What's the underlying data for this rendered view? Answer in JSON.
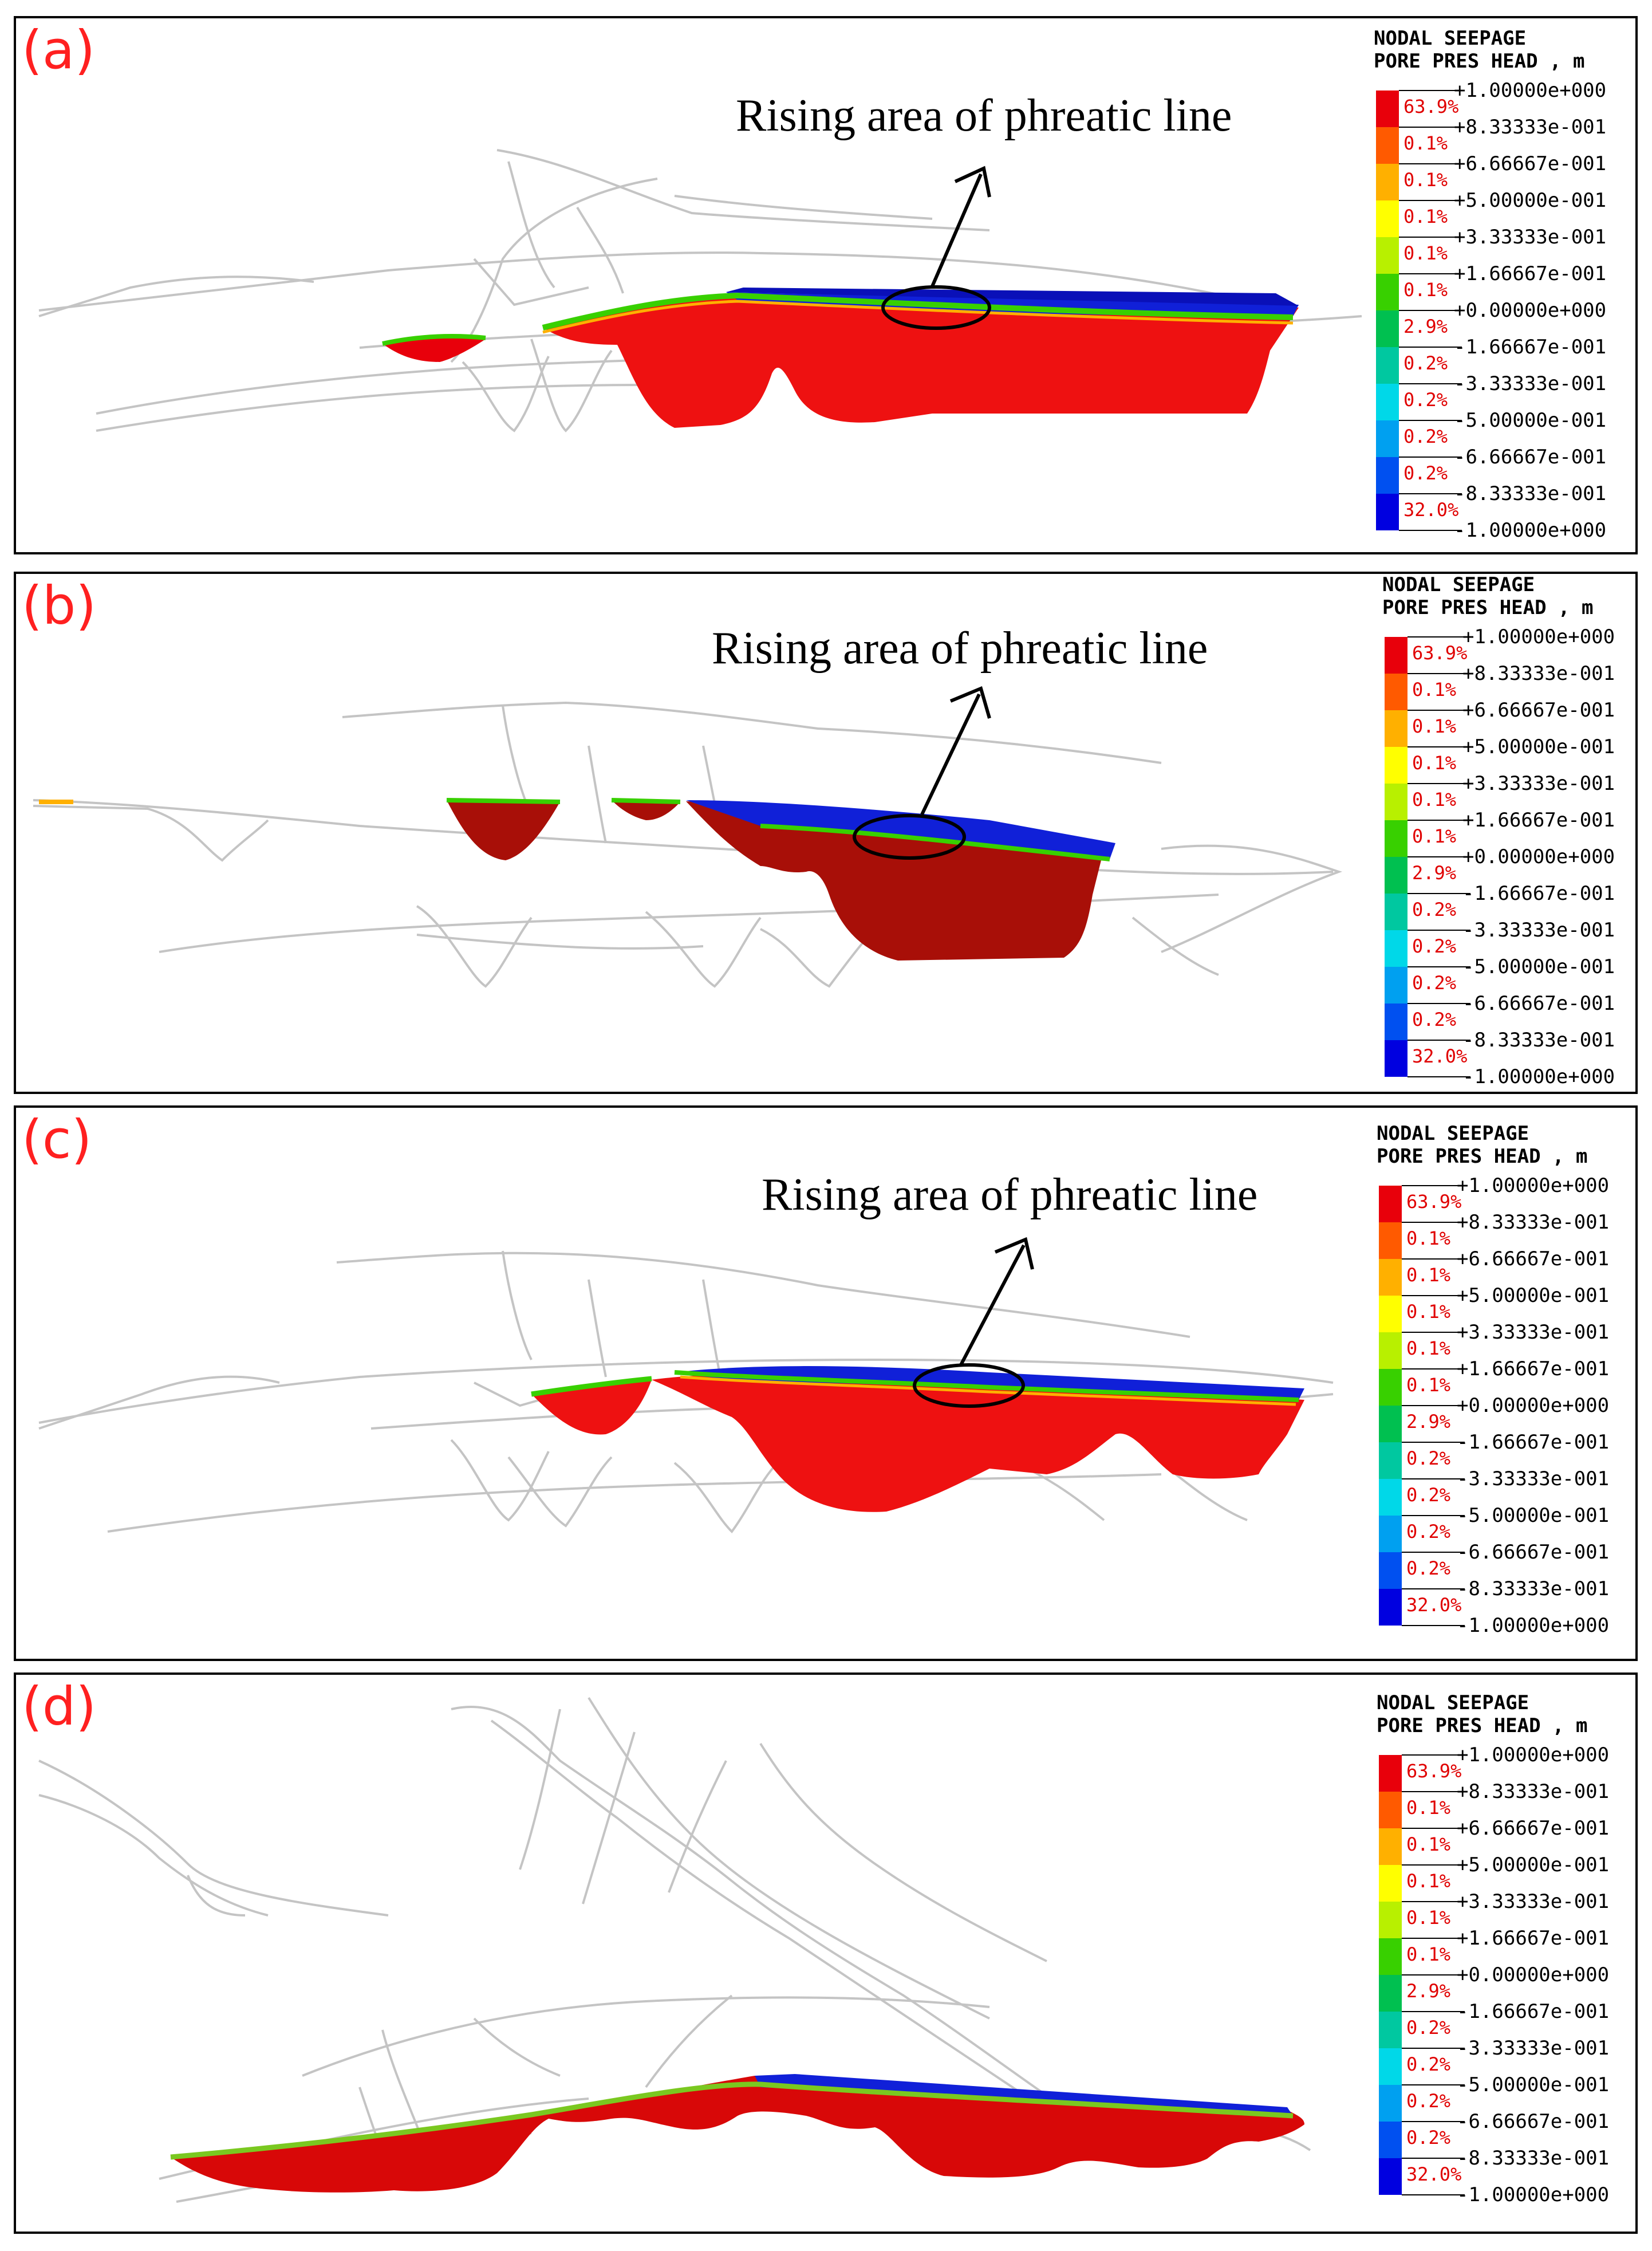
{
  "legend": {
    "title_line1": "NODAL SEEPAGE",
    "title_line2": "PORE PRES HEAD , m",
    "values": [
      "+1.00000e+000",
      "+8.33333e-001",
      "+6.66667e-001",
      "+5.00000e-001",
      "+3.33333e-001",
      "+1.66667e-001",
      "+0.00000e+000",
      "-1.66667e-001",
      "-3.33333e-001",
      "-5.00000e-001",
      "-6.66667e-001",
      "-8.33333e-001",
      "-1.00000e+000"
    ],
    "percentages": [
      "63.9%",
      "0.1%",
      "0.1%",
      "0.1%",
      "0.1%",
      "0.1%",
      "2.9%",
      "0.2%",
      "0.2%",
      "0.2%",
      "0.2%",
      "32.0%"
    ],
    "colors": [
      "#e8000b",
      "#ff5a00",
      "#ffb000",
      "#ffff00",
      "#b8f000",
      "#38d000",
      "#00c050",
      "#00c8a0",
      "#00d8e8",
      "#00a0f0",
      "#0050f0",
      "#0000e0"
    ]
  },
  "panels": [
    {
      "label": "(a)",
      "annotation": "Rising area of phreatic line"
    },
    {
      "label": "(b)",
      "annotation": "Rising area of phreatic line"
    },
    {
      "label": "(c)",
      "annotation": "Rising area of phreatic line"
    },
    {
      "label": "(d)",
      "annotation": ""
    }
  ]
}
